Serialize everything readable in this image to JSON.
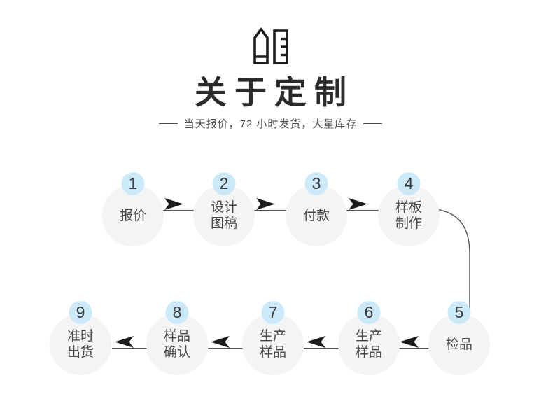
{
  "header": {
    "icon": "pencil-and-ruler",
    "title": "关于定制",
    "subtitle": "当天报价，72 小时发货，大量库存"
  },
  "colors": {
    "badge_blue": "#cce9f9",
    "circle_gray": "#f4f4f5",
    "title_dark": "#2b2b2b",
    "label_gray": "#484848",
    "line_gray": "#515256",
    "arrow_black": "#1c1c1c",
    "background": "#ffffff"
  },
  "flow": {
    "direction_row1": "left-to-right",
    "direction_row2": "right-to-left",
    "steps": [
      {
        "num": "1",
        "lines": [
          "报价"
        ]
      },
      {
        "num": "2",
        "lines": [
          "设计",
          "图稿"
        ]
      },
      {
        "num": "3",
        "lines": [
          "付款"
        ]
      },
      {
        "num": "4",
        "lines": [
          "样板",
          "制作"
        ]
      },
      {
        "num": "5",
        "lines": [
          "检品"
        ]
      },
      {
        "num": "6",
        "lines": [
          "生产",
          "样品"
        ]
      },
      {
        "num": "7",
        "lines": [
          "生产",
          "样品"
        ]
      },
      {
        "num": "8",
        "lines": [
          "样品",
          "确认"
        ]
      },
      {
        "num": "9",
        "lines": [
          "准时",
          "出货"
        ]
      }
    ]
  }
}
